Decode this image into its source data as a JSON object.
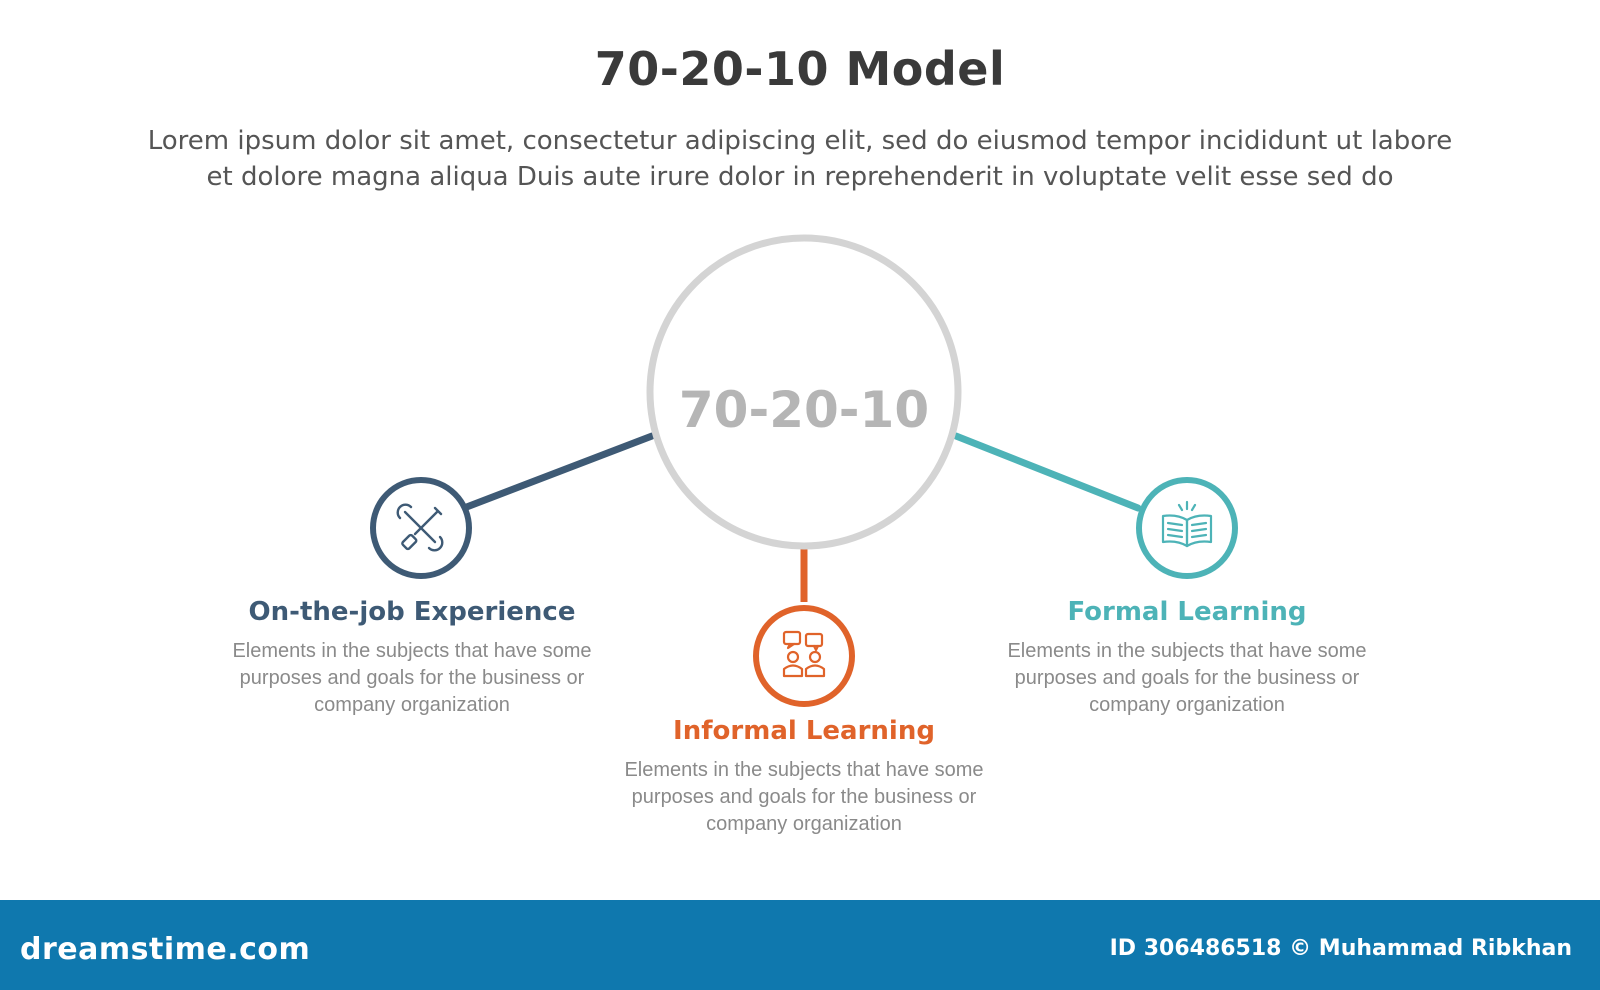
{
  "header": {
    "title": "70-20-10 Model",
    "subtitle_lines": [
      "Lorem ipsum dolor sit amet, consectetur adipiscing elit, sed do eiusmod tempor incididunt ut labore",
      "et dolore magna aliqua Duis aute irure dolor in reprehenderit in voluptate velit esse sed do"
    ]
  },
  "center": {
    "label": "70-20-10",
    "color": "#d4d4d4",
    "text_color": "#b5b5b5"
  },
  "items": [
    {
      "title": "On-the-job Experience",
      "icon": "tools-icon",
      "color": "#3e5a75",
      "desc_lines": [
        "Elements in the subjects that have some",
        "purposes and goals for the business or",
        "company organization"
      ]
    },
    {
      "title": "Informal Learning",
      "icon": "discussion-icon",
      "color": "#e0632a",
      "desc_lines": [
        "Elements in the subjects that have some",
        "purposes and goals for the business or",
        "company organization"
      ]
    },
    {
      "title": "Formal Learning",
      "icon": "book-icon",
      "color": "#4db3b7",
      "desc_lines": [
        "Elements in the subjects that have some",
        "purposes and goals for the business or",
        "company organization"
      ]
    }
  ],
  "footer": {
    "logo": "dreamstime.com",
    "credit": "ID 306486518 © Muhammad Ribkhan",
    "color": "#0f78ae"
  }
}
